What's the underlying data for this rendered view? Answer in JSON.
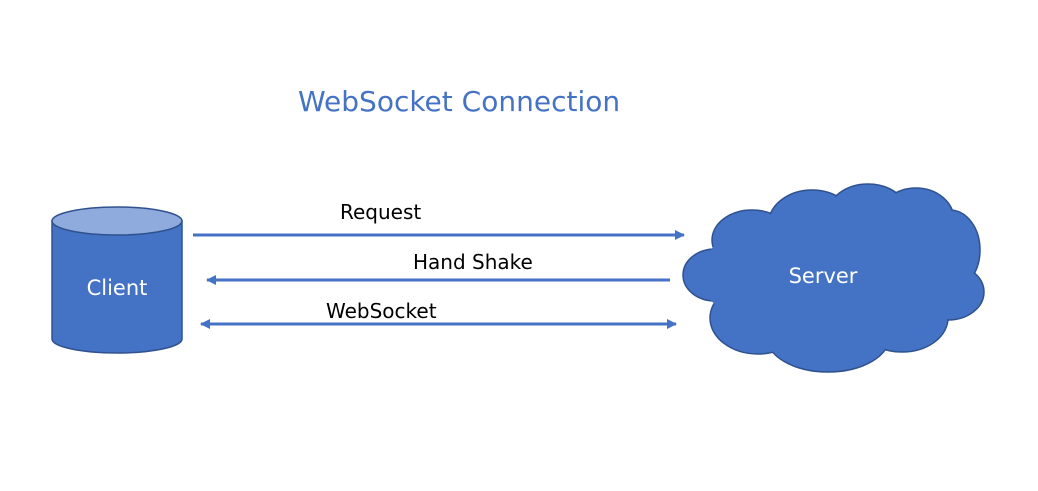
{
  "title": "WebSocket Connection",
  "nodes": {
    "client": {
      "label": "Client",
      "shape": "cylinder"
    },
    "server": {
      "label": "Server",
      "shape": "cloud"
    }
  },
  "arrows": {
    "request": {
      "label": "Request",
      "direction": "client-to-server"
    },
    "handshake": {
      "label": "Hand Shake",
      "direction": "server-to-client"
    },
    "websocket": {
      "label": "WebSocket",
      "direction": "bidirectional"
    }
  },
  "colors": {
    "title": "#4472C4",
    "shape_fill": "#4472C4",
    "shape_top": "#8FAADC",
    "shape_stroke": "#2F528F",
    "arrow": "#4472C4"
  }
}
